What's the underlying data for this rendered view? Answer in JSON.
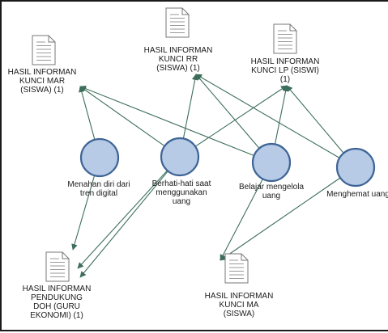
{
  "diagram": {
    "documents": [
      {
        "id": "mar",
        "lines": [
          "HASIL INFORMAN",
          "KUNCI MAR",
          "(SISWA) (1)"
        ]
      },
      {
        "id": "rr",
        "lines": [
          "HASIL INFORMAN",
          "KUNCI RR",
          "(SISWA) (1)"
        ]
      },
      {
        "id": "lp",
        "lines": [
          "HASIL INFORMAN",
          "KUNCI LP (SISWI)",
          "(1)"
        ]
      },
      {
        "id": "doh",
        "lines": [
          "HASIL INFORMAN",
          "PENDUKUNG",
          "DOH (GURU",
          "EKONOMI) (1)"
        ]
      },
      {
        "id": "ma",
        "lines": [
          "HASIL INFORMAN",
          "KUNCI MA",
          "(SISWA)"
        ]
      }
    ],
    "themes": [
      {
        "id": "menahan",
        "lines": [
          "Menahan diri dari",
          "tren digital"
        ]
      },
      {
        "id": "berhati",
        "lines": [
          "Berhati-hati saat",
          "menggunakan",
          "uang"
        ]
      },
      {
        "id": "belajar",
        "lines": [
          "Belajar mengelola",
          "uang"
        ]
      },
      {
        "id": "menghemat",
        "lines": [
          "Menghemat uang"
        ]
      }
    ],
    "links": [
      {
        "from": "menahan",
        "to": "mar"
      },
      {
        "from": "menahan",
        "to": "doh"
      },
      {
        "from": "berhati",
        "to": "mar"
      },
      {
        "from": "berhati",
        "to": "rr"
      },
      {
        "from": "berhati",
        "to": "lp"
      },
      {
        "from": "berhati",
        "to": "doh"
      },
      {
        "from": "belajar",
        "to": "mar"
      },
      {
        "from": "belajar",
        "to": "rr"
      },
      {
        "from": "belajar",
        "to": "lp"
      },
      {
        "from": "belajar",
        "to": "ma"
      },
      {
        "from": "menghemat",
        "to": "rr"
      },
      {
        "from": "menghemat",
        "to": "lp"
      },
      {
        "from": "menghemat",
        "to": "ma"
      },
      {
        "from": "berhati",
        "to": "doh"
      }
    ],
    "colors": {
      "edge": "#3d6e5b",
      "node_fill": "#b7cbe6",
      "node_stroke": "#3e6496",
      "doc_fill": "#ffffff",
      "doc_stroke": "#777777",
      "doc_lines": "#9a9a9a",
      "text": "#1a1a1a"
    }
  }
}
